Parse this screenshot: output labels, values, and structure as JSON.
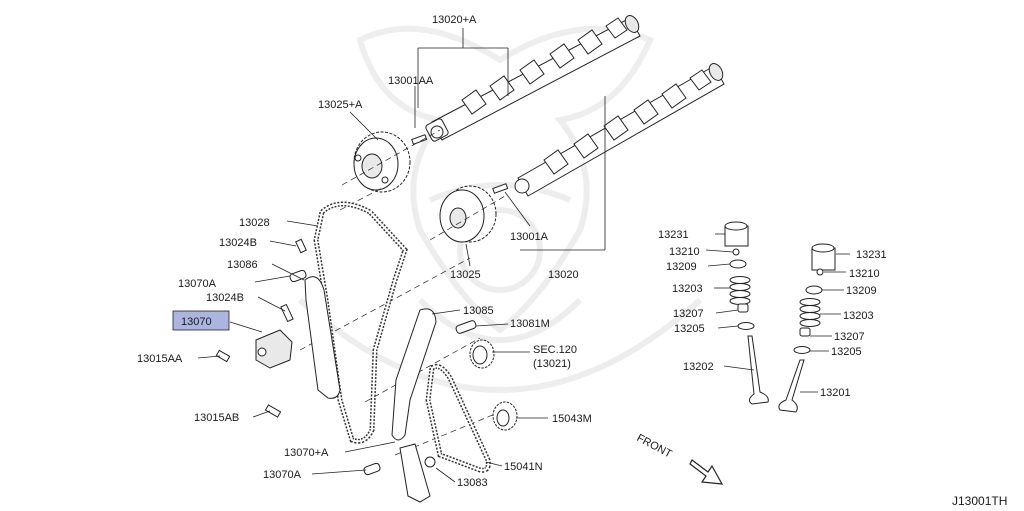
{
  "labels": {
    "p13020a": "13020+A",
    "p13001aa": "13001AA",
    "p13025a": "13025+A",
    "p13028": "13028",
    "p13024b_1": "13024B",
    "p13086": "13086",
    "p13070a_1": "13070A",
    "p13024b_2": "13024B",
    "p13070": "13070",
    "p13015aa": "13015AA",
    "p13015ab": "13015AB",
    "p13070pa": "13070+A",
    "p13070a_2": "13070A",
    "p13083": "13083",
    "p15041n": "15041N",
    "p15043m": "15043M",
    "sec120": "SEC.120",
    "sec120_sub": "(13021)",
    "p13081m": "13081M",
    "p13085": "13085",
    "p13025": "13025",
    "p13001a": "13001A",
    "p13020": "13020",
    "p13231_l": "13231",
    "p13210_l": "13210",
    "p13209_l": "13209",
    "p13203_l": "13203",
    "p13207_l": "13207",
    "p13205_l": "13205",
    "p13202": "13202",
    "p13231_r": "13231",
    "p13210_r": "13210",
    "p13209_r": "13209",
    "p13203_r": "13203",
    "p13207_r": "13207",
    "p13205_r": "13205",
    "p13201": "13201",
    "front": "FRONT",
    "code": "J13001TH"
  },
  "highlight": {
    "part": "13070",
    "color": "#aab6e0"
  },
  "icons": {
    "front_arrow": "front-arrow-icon",
    "watermark": "samurai-helmet-watermark-icon"
  }
}
